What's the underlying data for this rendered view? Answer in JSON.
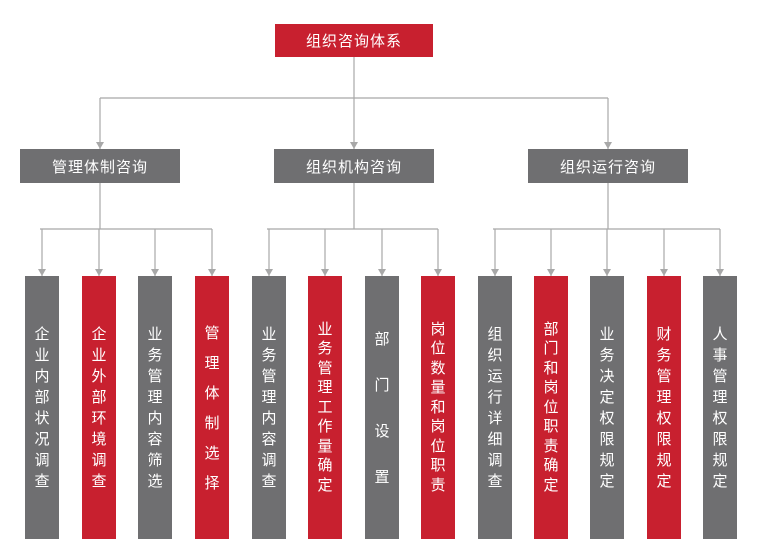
{
  "root": {
    "label": "组织咨询体系"
  },
  "categories": [
    {
      "label": "管理体制咨询",
      "items": [
        {
          "label": "企业内部状况调查",
          "color": "gray"
        },
        {
          "label": "企业外部环境调查",
          "color": "red"
        },
        {
          "label": "业务管理内容筛选",
          "color": "gray"
        },
        {
          "label": "管理体制选择",
          "color": "red"
        }
      ]
    },
    {
      "label": "组织机构咨询",
      "items": [
        {
          "label": "业务管理内容调查",
          "color": "gray"
        },
        {
          "label": "业务管理工作量确定",
          "color": "red"
        },
        {
          "label": "部门设置",
          "color": "gray"
        },
        {
          "label": "岗位数量和岗位职责",
          "color": "red"
        }
      ]
    },
    {
      "label": "组织运行咨询",
      "items": [
        {
          "label": "组织运行详细调查",
          "color": "gray"
        },
        {
          "label": "部门和岗位职责确定",
          "color": "red"
        },
        {
          "label": "业务决定权限规定",
          "color": "gray"
        },
        {
          "label": "财务管理权限规定",
          "color": "red"
        },
        {
          "label": "人事管理权限规定",
          "color": "gray"
        }
      ]
    }
  ],
  "colors": {
    "red": "#c8202f",
    "gray": "#6f6f71",
    "connector": "#a8a8a8"
  }
}
